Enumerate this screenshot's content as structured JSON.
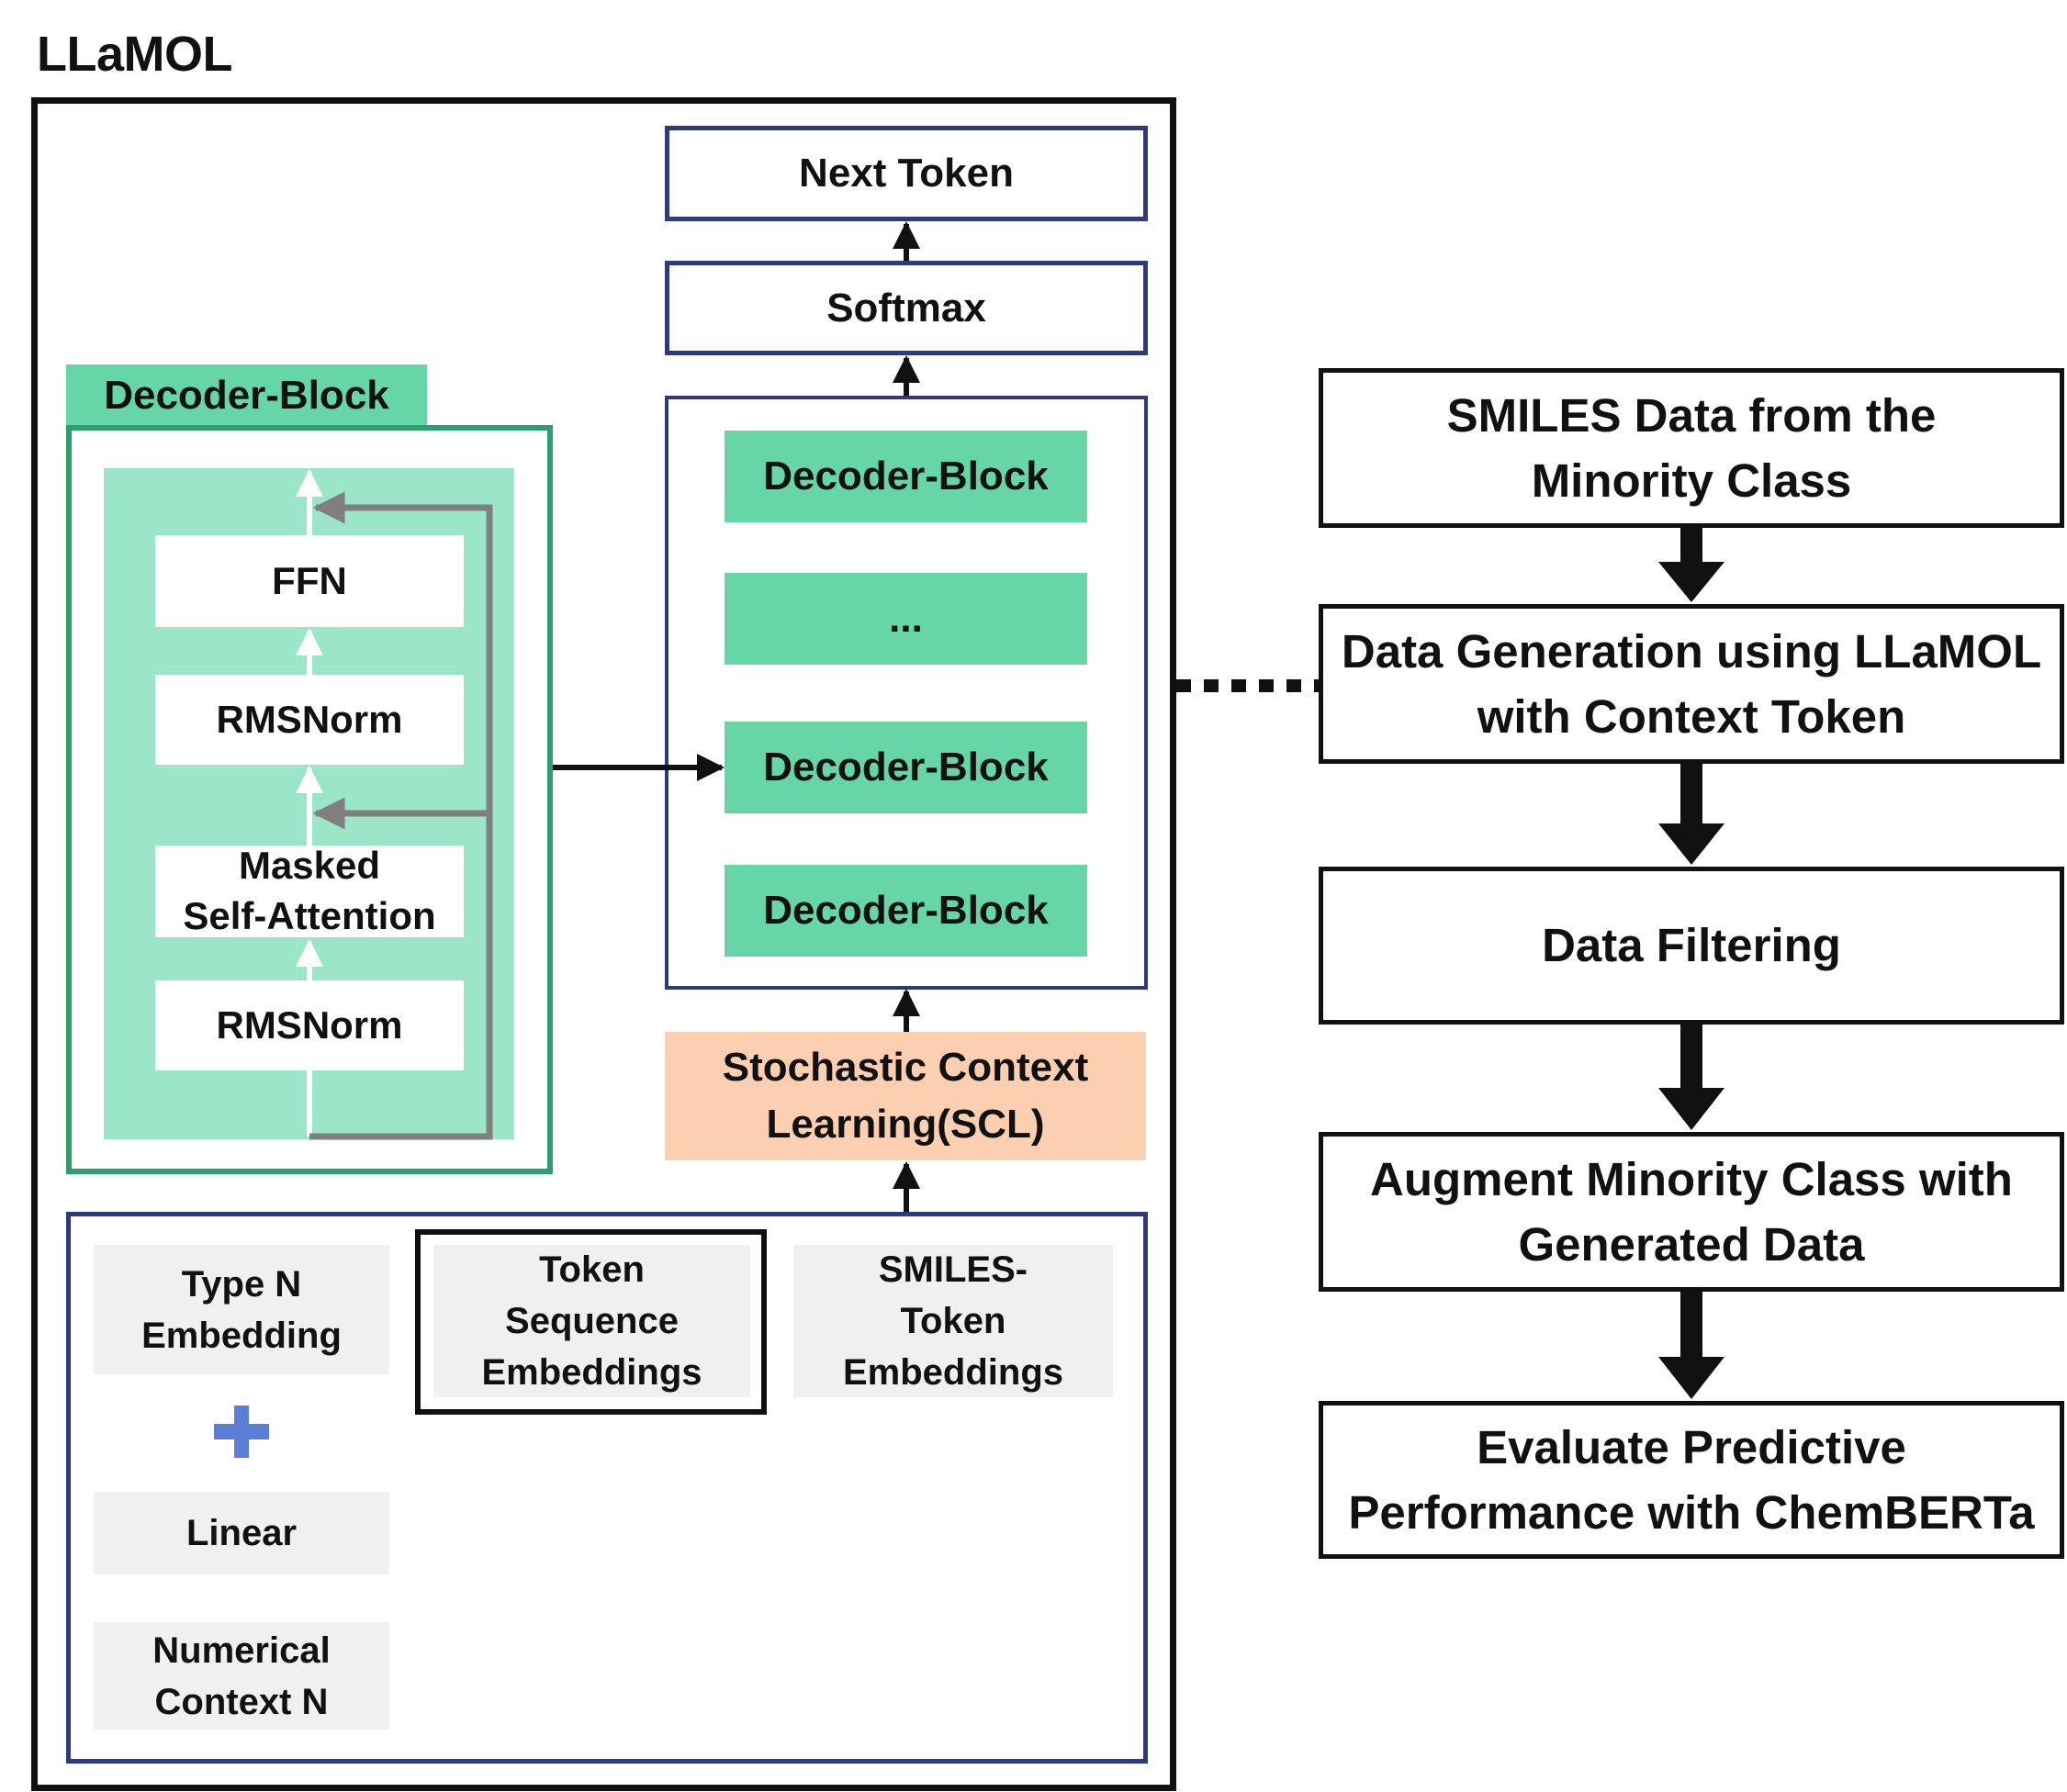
{
  "title": "LLaMOL",
  "decoder_detail": {
    "tab_label": "Decoder-Block",
    "layers": [
      "FFN",
      "RMSNorm",
      "Masked\nSelf-Attention",
      "RMSNorm"
    ]
  },
  "stack": {
    "next_token": "Next Token",
    "softmax": "Softmax",
    "blocks": [
      "Decoder-Block",
      "...",
      "Decoder-Block",
      "Decoder-Block"
    ],
    "scl": "Stochastic Context\nLearning(SCL)"
  },
  "embeddings": {
    "type_embedding": "Type N\nEmbedding",
    "plus_icon": "plus-icon",
    "linear": "Linear",
    "numerical_context": "Numerical\nContext N",
    "token_sequence": "Token\nSequence\nEmbeddings",
    "smiles_token": "SMILES-\nToken\nEmbeddings"
  },
  "pipeline": [
    "SMILES Data from the\nMinority Class",
    "Data Generation using LLaMOL\nwith Context Token",
    "Data Filtering",
    "Augment Minority Class with\nGenerated Data",
    "Evaluate Predictive\nPerformance with ChemBERTa"
  ],
  "colors": {
    "decoder_green": "#66d6a6",
    "decoder_border": "#2e9e6e",
    "decoder_bg": "#9be6c8",
    "navy": "#2f3a7a",
    "scl_peach": "#fccfb0",
    "plus_blue": "#5b7fd6"
  }
}
